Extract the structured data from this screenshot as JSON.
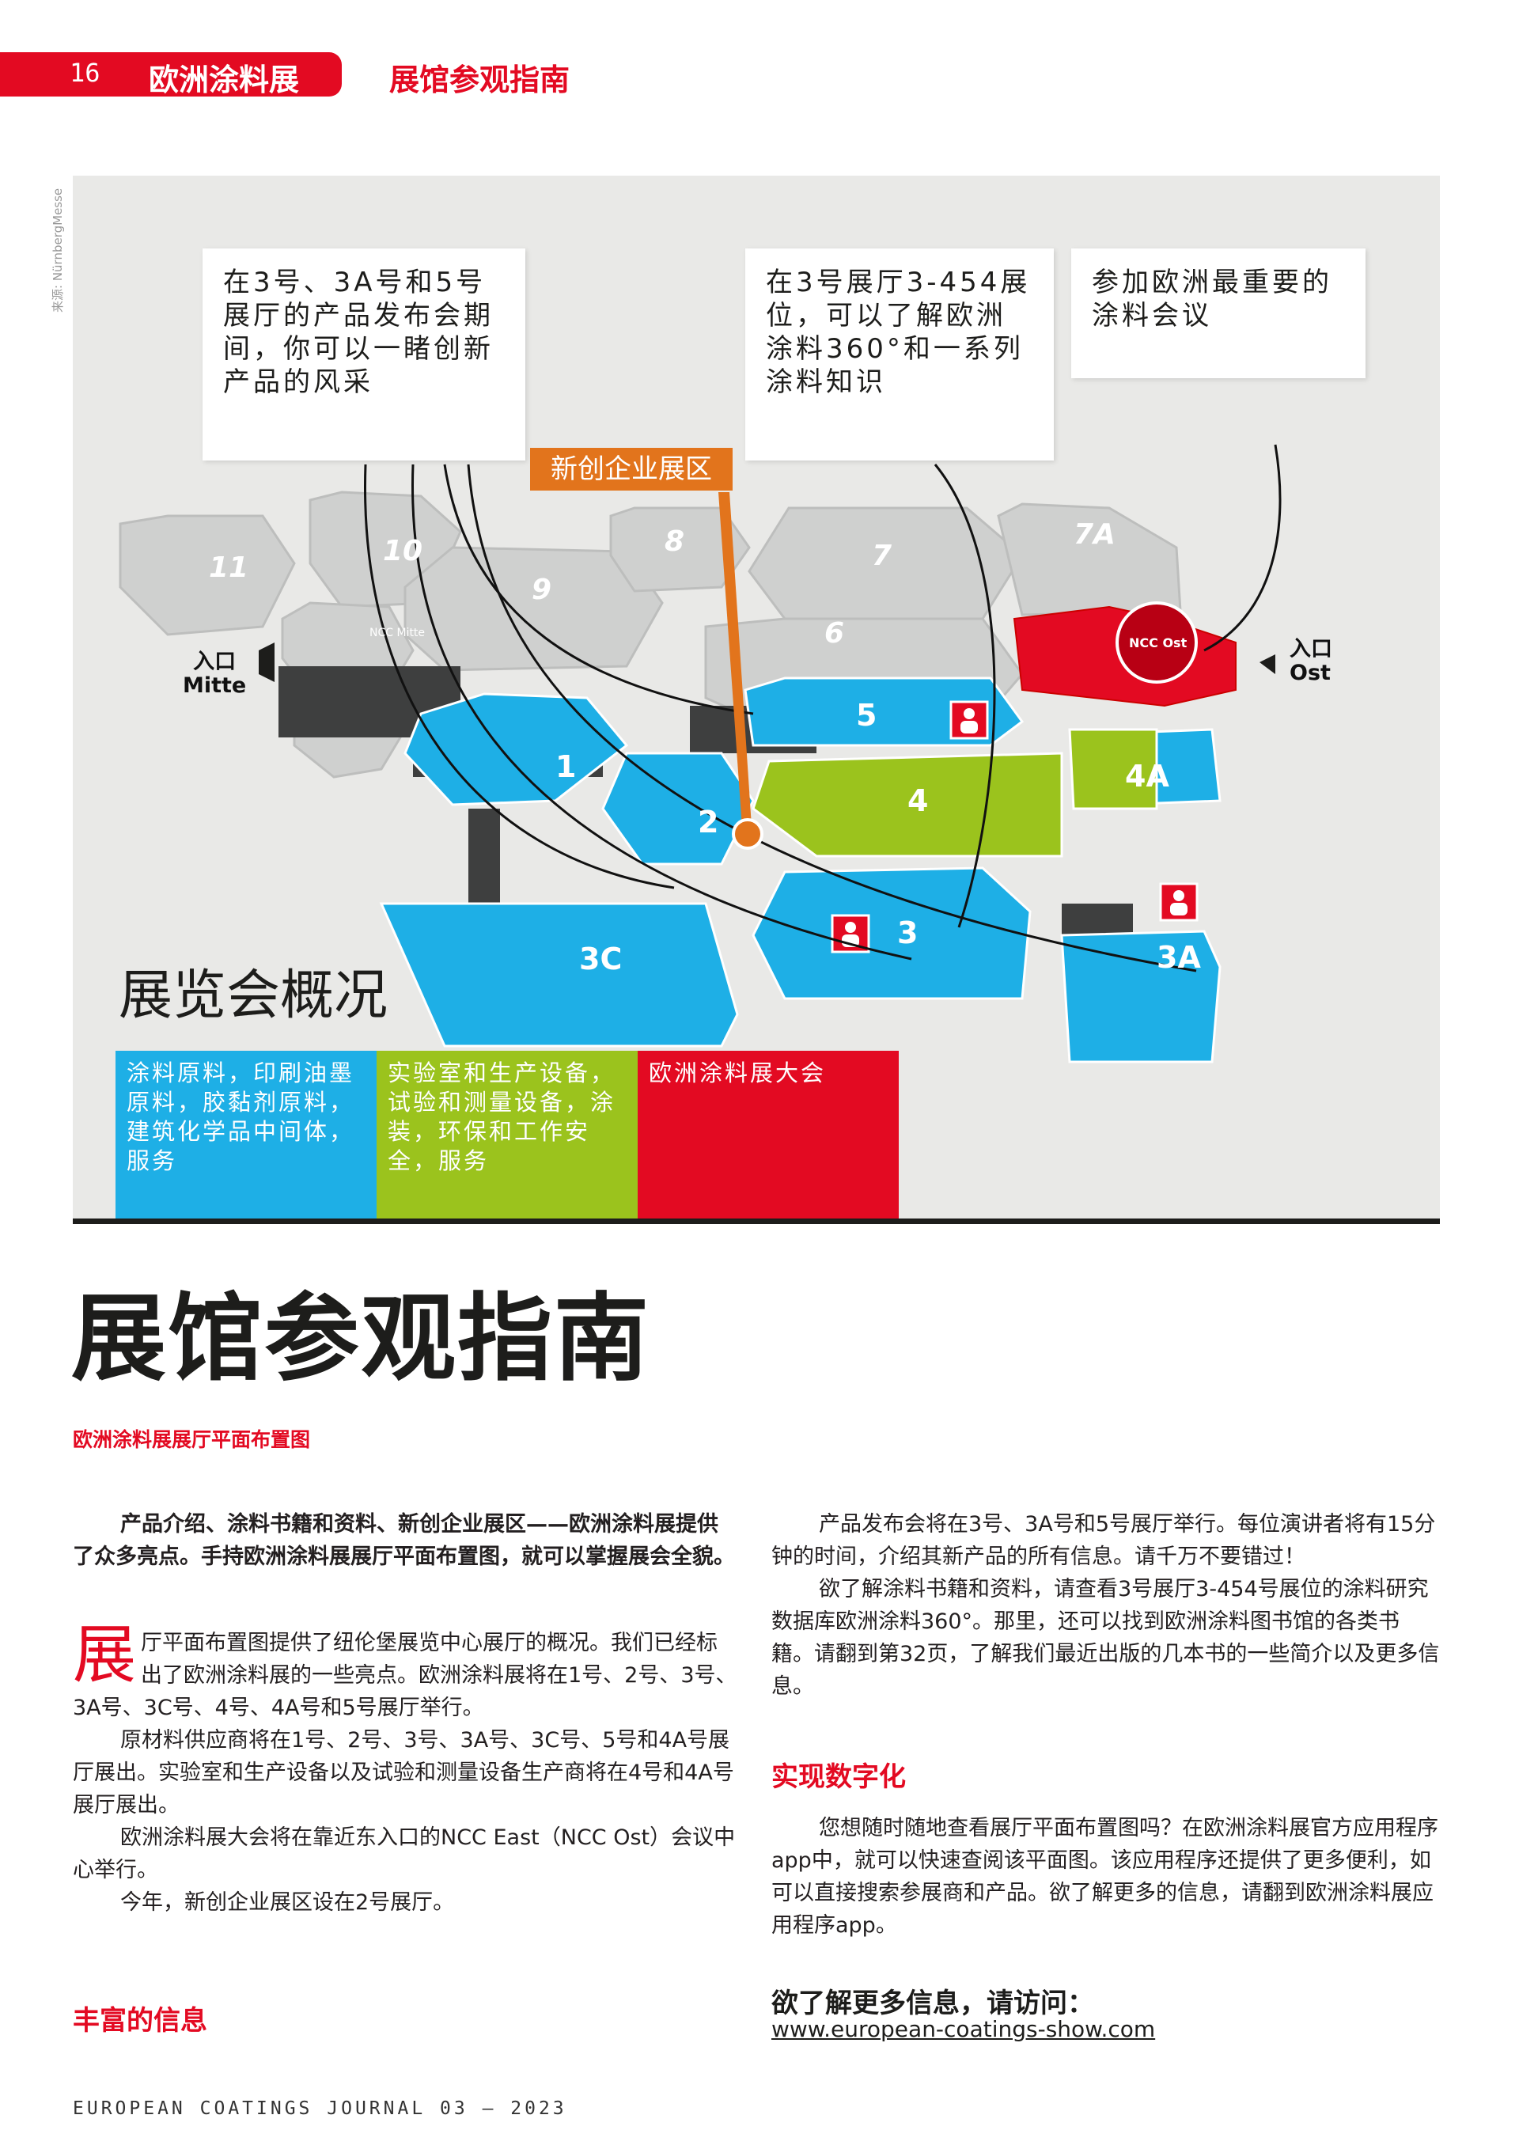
{
  "header": {
    "page_number": "16",
    "publication_title": "欧洲涂料展",
    "section_title": "展馆参观指南"
  },
  "source_credit": "来源: NürnbergMesse",
  "map": {
    "callouts": [
      "在3号、3A号和5号展厅的产品发布会期间，你可以一睹创新产品的风采",
      "在3号展厅3-454展位，可以了解欧洲涂料360°和一系列涂料知识",
      "参加欧洲最重要的涂料会议"
    ],
    "startup_tag": "新创企业展区",
    "halls": {
      "h11": "11",
      "h10": "10",
      "h9": "9",
      "h8": "8",
      "h7": "7",
      "h7a": "7A",
      "h6": "6",
      "h5": "5",
      "h4": "4",
      "h4a": "4A",
      "h1": "1",
      "h2": "2",
      "h3": "3",
      "h3a": "3A",
      "h3c": "3C",
      "ncc_ost": "NCC Ost",
      "ncc_mitte": "NCC Mitte"
    },
    "entrance_mitte": {
      "line1": "入口",
      "line2": "Mitte"
    },
    "entrance_ost": {
      "line1": "入口",
      "line2": "Ost"
    },
    "overview_title": "展览会概况",
    "legend": [
      {
        "text": "涂料原料，印刷油墨原料，胶黏剂原料，建筑化学品中间体，服务",
        "color": "#1eafe6"
      },
      {
        "text": "实验室和生产设备，试验和测量设备，涂装，环保和工作安全，服务",
        "color": "#9bc31d"
      },
      {
        "text": "欧洲涂料展大会",
        "color": "#e30a22"
      }
    ]
  },
  "article": {
    "title": "展馆参观指南",
    "subtitle": "欧洲涂料展展厅平面布置图",
    "lead": "产品介绍、涂料书籍和资料、新创企业展区——欧洲涂料展提供了众多亮点。手持欧洲涂料展展厅平面布置图，就可以掌握展会全貌。",
    "dropcap": "展",
    "p1": "厅平面布置图提供了纽伦堡展览中心展厅的概况。我们已经标出了欧洲涂料展的一些亮点。欧洲涂料展将在1号、2号、3号、3A号、3C号、4号、4A号和5号展厅举行。",
    "p2": "原材料供应商将在1号、2号、3号、3A号、3C号、5号和4A号展厅展出。实验室和生产设备以及试验和测量设备生产商将在4号和4A号展厅展出。",
    "p3": "欧洲涂料展大会将在靠近东入口的NCC East（NCC Ost）会议中心举行。",
    "p4": "今年，新创企业展区设在2号展厅。",
    "heading_info": "丰富的信息",
    "r1": "产品发布会将在3号、3A号和5号展厅举行。每位演讲者将有15分钟的时间，介绍其新产品的所有信息。请千万不要错过！",
    "r2": "欲了解涂料书籍和资料，请查看3号展厅3-454号展位的涂料研究数据库欧洲涂料360°。那里，还可以找到欧洲涂料图书馆的各类书籍。请翻到第32页，了解我们最近出版的几本书的一些简介以及更多信息。",
    "heading_digital": "实现数字化",
    "r3": "您想随时随地查看展厅平面布置图吗？在欧洲涂料展官方应用程序app中，就可以快速查阅该平面图。该应用程序还提供了更多便利，如可以直接搜索参展商和产品。欲了解更多的信息，请翻到欧洲涂料展应用程序app。",
    "more_label": "欲了解更多信息，请访问：",
    "more_url": "www.european-coatings-show.com"
  },
  "footer": "EUROPEAN COATINGS JOURNAL 03 – 2023",
  "colors": {
    "accent": "#e30a22",
    "blue": "#1eafe6",
    "green": "#9bc31d",
    "orange": "#e2741c"
  }
}
